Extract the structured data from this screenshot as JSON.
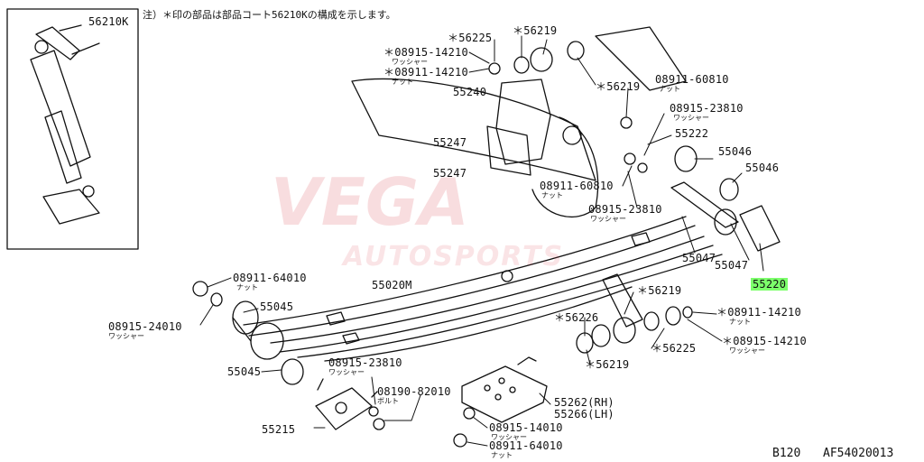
{
  "note": "注）＊印の部品は部品コート56210Kの構成を示します。",
  "inset_label": "56210K",
  "watermark": {
    "main": "VEGA",
    "sub": "AUTOSPORTS",
    "color": "#d9424f"
  },
  "highlight_color": "#7CFF6B",
  "footer": {
    "ref": "B120",
    "code": "AF54020013"
  },
  "labels": {
    "l_56225_top": "＊56225",
    "l_56219_top": "＊56219",
    "l_0891514210_top": "＊08915-14210",
    "l_0891514210_top_sub": "ワッシャー",
    "l_0891114210_top": "＊08911-14210",
    "l_0891114210_top_sub": "ナット",
    "l_55240": "55240",
    "l_56219_mid": "＊56219",
    "l_0891160810_top": "08911-60810",
    "l_0891160810_top_sub": "ナット",
    "l_0891523810_top": "08915-23810",
    "l_0891523810_top_sub": "ワッシャー",
    "l_55222": "55222",
    "l_55247_a": "55247",
    "l_55247_b": "55247",
    "l_55046_a": "55046",
    "l_55046_b": "55046",
    "l_0891160810_mid": "08911-60810",
    "l_0891160810_mid_sub": "ナット",
    "l_0891523810_mid": "08915-23810",
    "l_0891523810_mid_sub": "ワッシャー",
    "l_55047_a": "55047",
    "l_55047_b": "55047",
    "l_55220": "55220",
    "l_0891164010_top": "08911-64010",
    "l_0891164010_top_sub": "ナット",
    "l_55020M": "55020M",
    "l_55045_a": "55045",
    "l_0891524010": "08915-24010",
    "l_0891524010_sub": "ワッシャー",
    "l_56219_low": "＊56219",
    "l_56226": "＊56226",
    "l_0891114210_low": "＊08911-14210",
    "l_0891114210_low_sub": "ナット",
    "l_56225_low": "＊56225",
    "l_0891514210_low": "＊08915-14210",
    "l_0891514210_low_sub": "ワッシャー",
    "l_56219_bot": "＊56219",
    "l_55045_b": "55045",
    "l_0891523810_low": "08915-23810",
    "l_0891523810_low_sub": "ワッシャー",
    "l_0819082010": "08190-82010",
    "l_0819082010_sub": "ボルト",
    "l_55262": "55262(RH)",
    "l_55266": "55266(LH)",
    "l_55215": "55215",
    "l_0891514010": "08915-14010",
    "l_0891514010_sub": "ワッシャー",
    "l_0891164010_bot": "08911-64010",
    "l_0891164010_bot_sub": "ナット"
  }
}
